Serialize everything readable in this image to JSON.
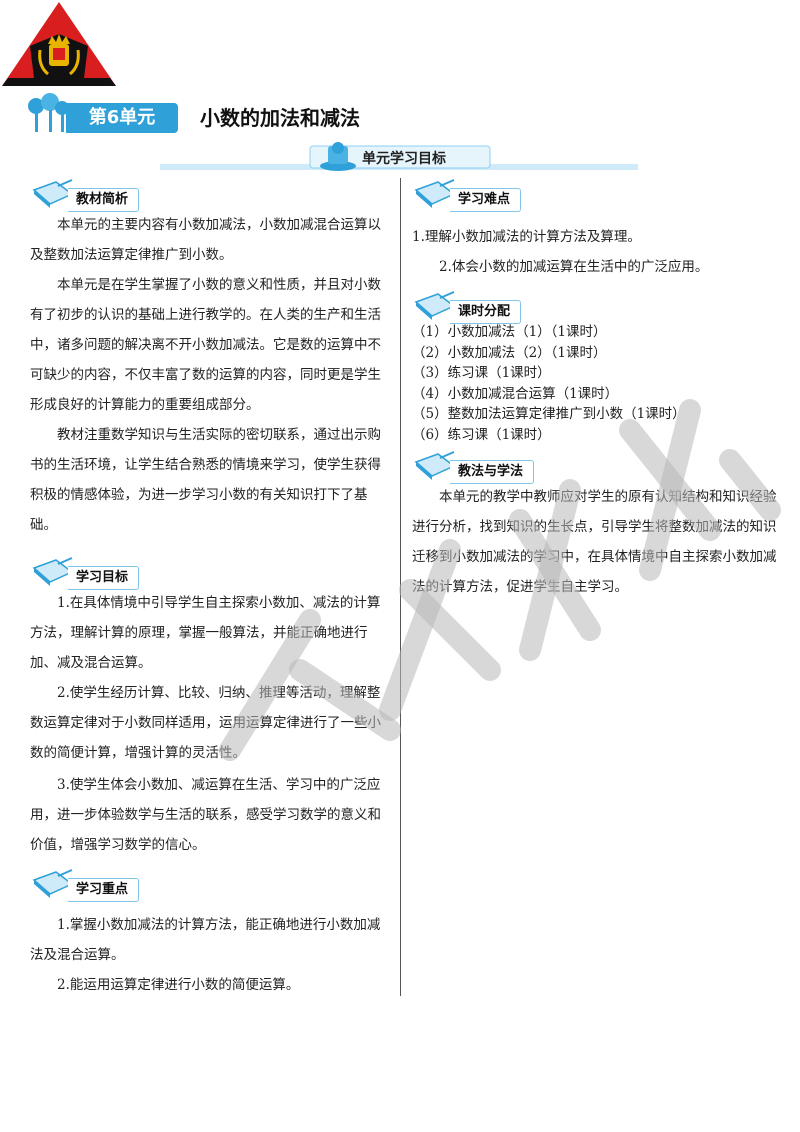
{
  "header": {
    "unit_badge": "第6单元",
    "unit_title": "小数的加法和减法",
    "banner": "单元学习目标"
  },
  "left": {
    "s1_title": "教材简析",
    "s1_p1": "本单元的主要内容有小数加减法，小数加减混合运算以及整数加法运算定律推广到小数。",
    "s1_p2": "本单元是在学生掌握了小数的意义和性质，并且对小数有了初步的认识的基础上进行教学的。在人类的生产和生活中，诸多问题的解决离不开小数加减法。它是数的运算中不可缺少的内容，不仅丰富了数的运算的内容，同时更是学生形成良好的计算能力的重要组成部分。",
    "s1_p3": "教材注重数学知识与生活实际的密切联系，通过出示购书的生活环境，让学生结合熟悉的情境来学习，使学生获得积极的情感体验，为进一步学习小数的有关知识打下了基础。",
    "s2_title": "学习目标",
    "s2_p1": "1.在具体情境中引导学生自主探索小数加、减法的计算方法，理解计算的原理，掌握一般算法，并能正确地进行加、减及混合运算。",
    "s2_p2": "2.使学生经历计算、比较、归纳、推理等活动，理解整数运算定律对于小数同样适用，运用运算定律进行了一些小数的简便计算，增强计算的灵活性。",
    "s2_p3": "3.使学生体会小数加、减运算在生活、学习中的广泛应用，进一步体验数学与生活的联系，感受学习数学的意义和价值，增强学习数学的信心。",
    "s3_title": "学习重点",
    "s3_p1": "1.掌握小数加减法的计算方法，能正确地进行小数加减法及混合运算。",
    "s3_p2": "2.能运用运算定律进行小数的简便运算。"
  },
  "right": {
    "s4_title": "学习难点",
    "s4_p1": "1.理解小数加减法的计算方法及算理。",
    "s4_p2": "2.体会小数的加减运算在生活中的广泛应用。",
    "s5_title": "课时分配",
    "s5_items": [
      "（1）小数加减法（1）（1课时）",
      "（2）小数加减法（2）（1课时）",
      "（3）练习课（1课时）",
      "（4）小数加减混合运算（1课时）",
      "（5）整数加法运算定律推广到小数（1课时）",
      "（6）练习课（1课时）"
    ],
    "s6_title": "教法与学法",
    "s6_p1": "本单元的教学中教师应对学生的原有认知结构和知识经验进行分析，找到知识的生长点，引导学生将整数加减法的知识迁移到小数加减法的学习中，在具体情境中自主探索小数加减法的计算方法，促进学生自主学习。"
  },
  "colors": {
    "accent_blue": "#2fa0d8",
    "logo_red": "#d81e1e",
    "logo_black": "#111111",
    "logo_gold": "#e8b400"
  },
  "icons": [
    "crown-shield-logo",
    "tree-icon",
    "scroll-icon",
    "book-icon"
  ]
}
